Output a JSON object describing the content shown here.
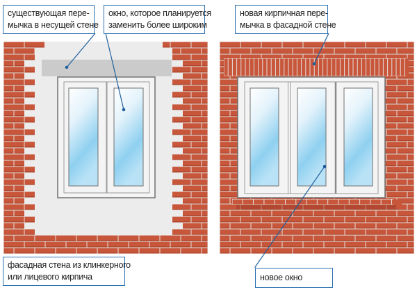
{
  "colors": {
    "brick": "#c8563a",
    "brick_dark": "#9e3e27",
    "mortar": "#e6e0dc",
    "plaster": "#ececec",
    "lintel_concrete": "#cbcbcb",
    "frame": "#f4f4f4",
    "frame_stroke": "#707070",
    "glass_top": "#ffffff",
    "glass_bottom": "#7cc8ee",
    "callout": "#1f5f9e"
  },
  "left_panel": {
    "title": "before",
    "labels": {
      "existing_lintel": [
        "существующая пере-",
        "мычка в несущей стене"
      ],
      "old_window": [
        "окно, которое планируется",
        "заменить более широким"
      ],
      "facade_wall": [
        "фасадная стена из клинкерного",
        "или лицевого кирпича"
      ]
    },
    "window_sashes": 2
  },
  "right_panel": {
    "title": "after",
    "labels": {
      "new_lintel": [
        "новая кирпичная пере-",
        "мычка в фасадной стене"
      ],
      "new_window": [
        "новое окно"
      ]
    },
    "window_sashes": 3
  }
}
